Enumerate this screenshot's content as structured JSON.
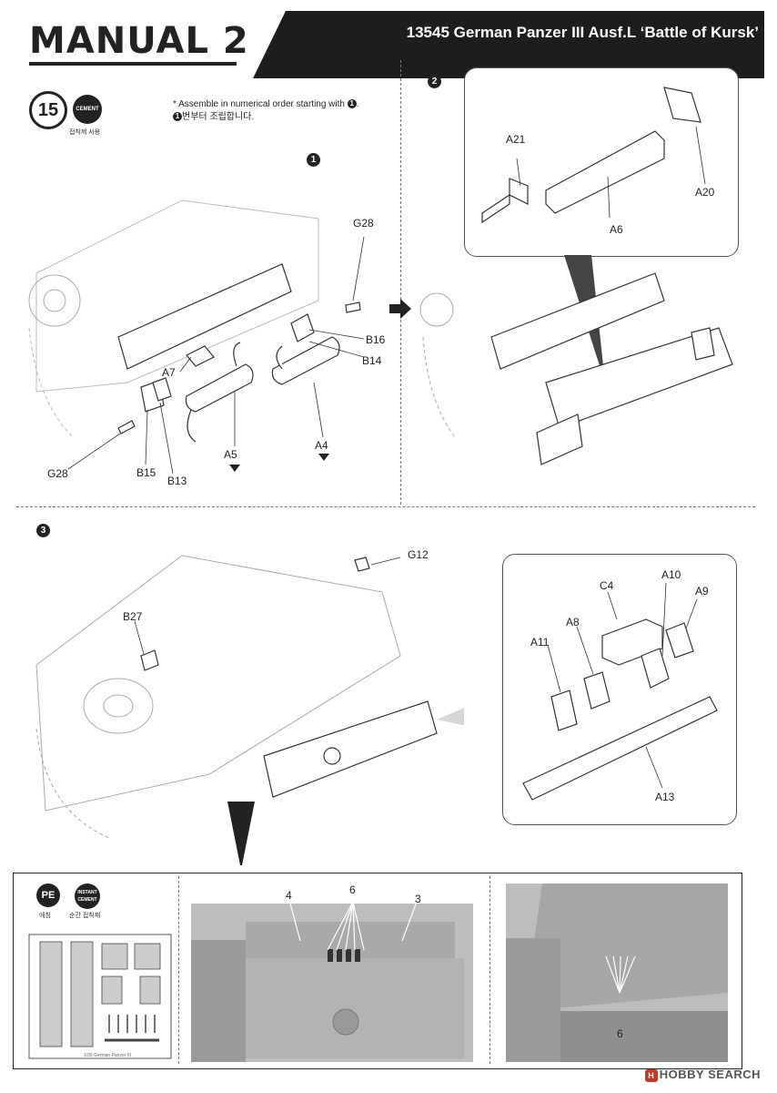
{
  "header": {
    "title": "MANUAL 2",
    "product": "13545 German Panzer III Ausf.L ‘Battle of Kursk’"
  },
  "step": {
    "number": "15",
    "cement_badge": "CEMENT",
    "cement_ko": "접착제 사용",
    "note_en_prefix": "* Assemble in numerical order starting with",
    "note_ko_suffix": "번부터 조립합니다."
  },
  "substeps": [
    "1",
    "2",
    "3"
  ],
  "parts_step1": [
    "G28",
    "B16",
    "B14",
    "A7",
    "A5",
    "A4",
    "G28",
    "B15",
    "B13"
  ],
  "parts_step2": [
    "A21",
    "A6",
    "A20"
  ],
  "parts_step3": [
    "G12",
    "B27"
  ],
  "parts_step3_callout": [
    "C4",
    "A10",
    "A9",
    "A8",
    "A11",
    "A13"
  ],
  "pe_section": {
    "pe_badge": "PE",
    "pe_ko": "에칭",
    "instant_badge": "INSTANT CEMENT",
    "instant_ko": "순간 접착제",
    "fret_caption": "1/35 German Panzer III",
    "photo_labels": [
      "4",
      "6",
      "3",
      "6"
    ]
  },
  "watermark": "HOBBY SEARCH",
  "colors": {
    "banner": "#1d1d1d",
    "ink": "#222222",
    "photo": "#bdbdbd",
    "watermark_icon": "#c0392b"
  }
}
